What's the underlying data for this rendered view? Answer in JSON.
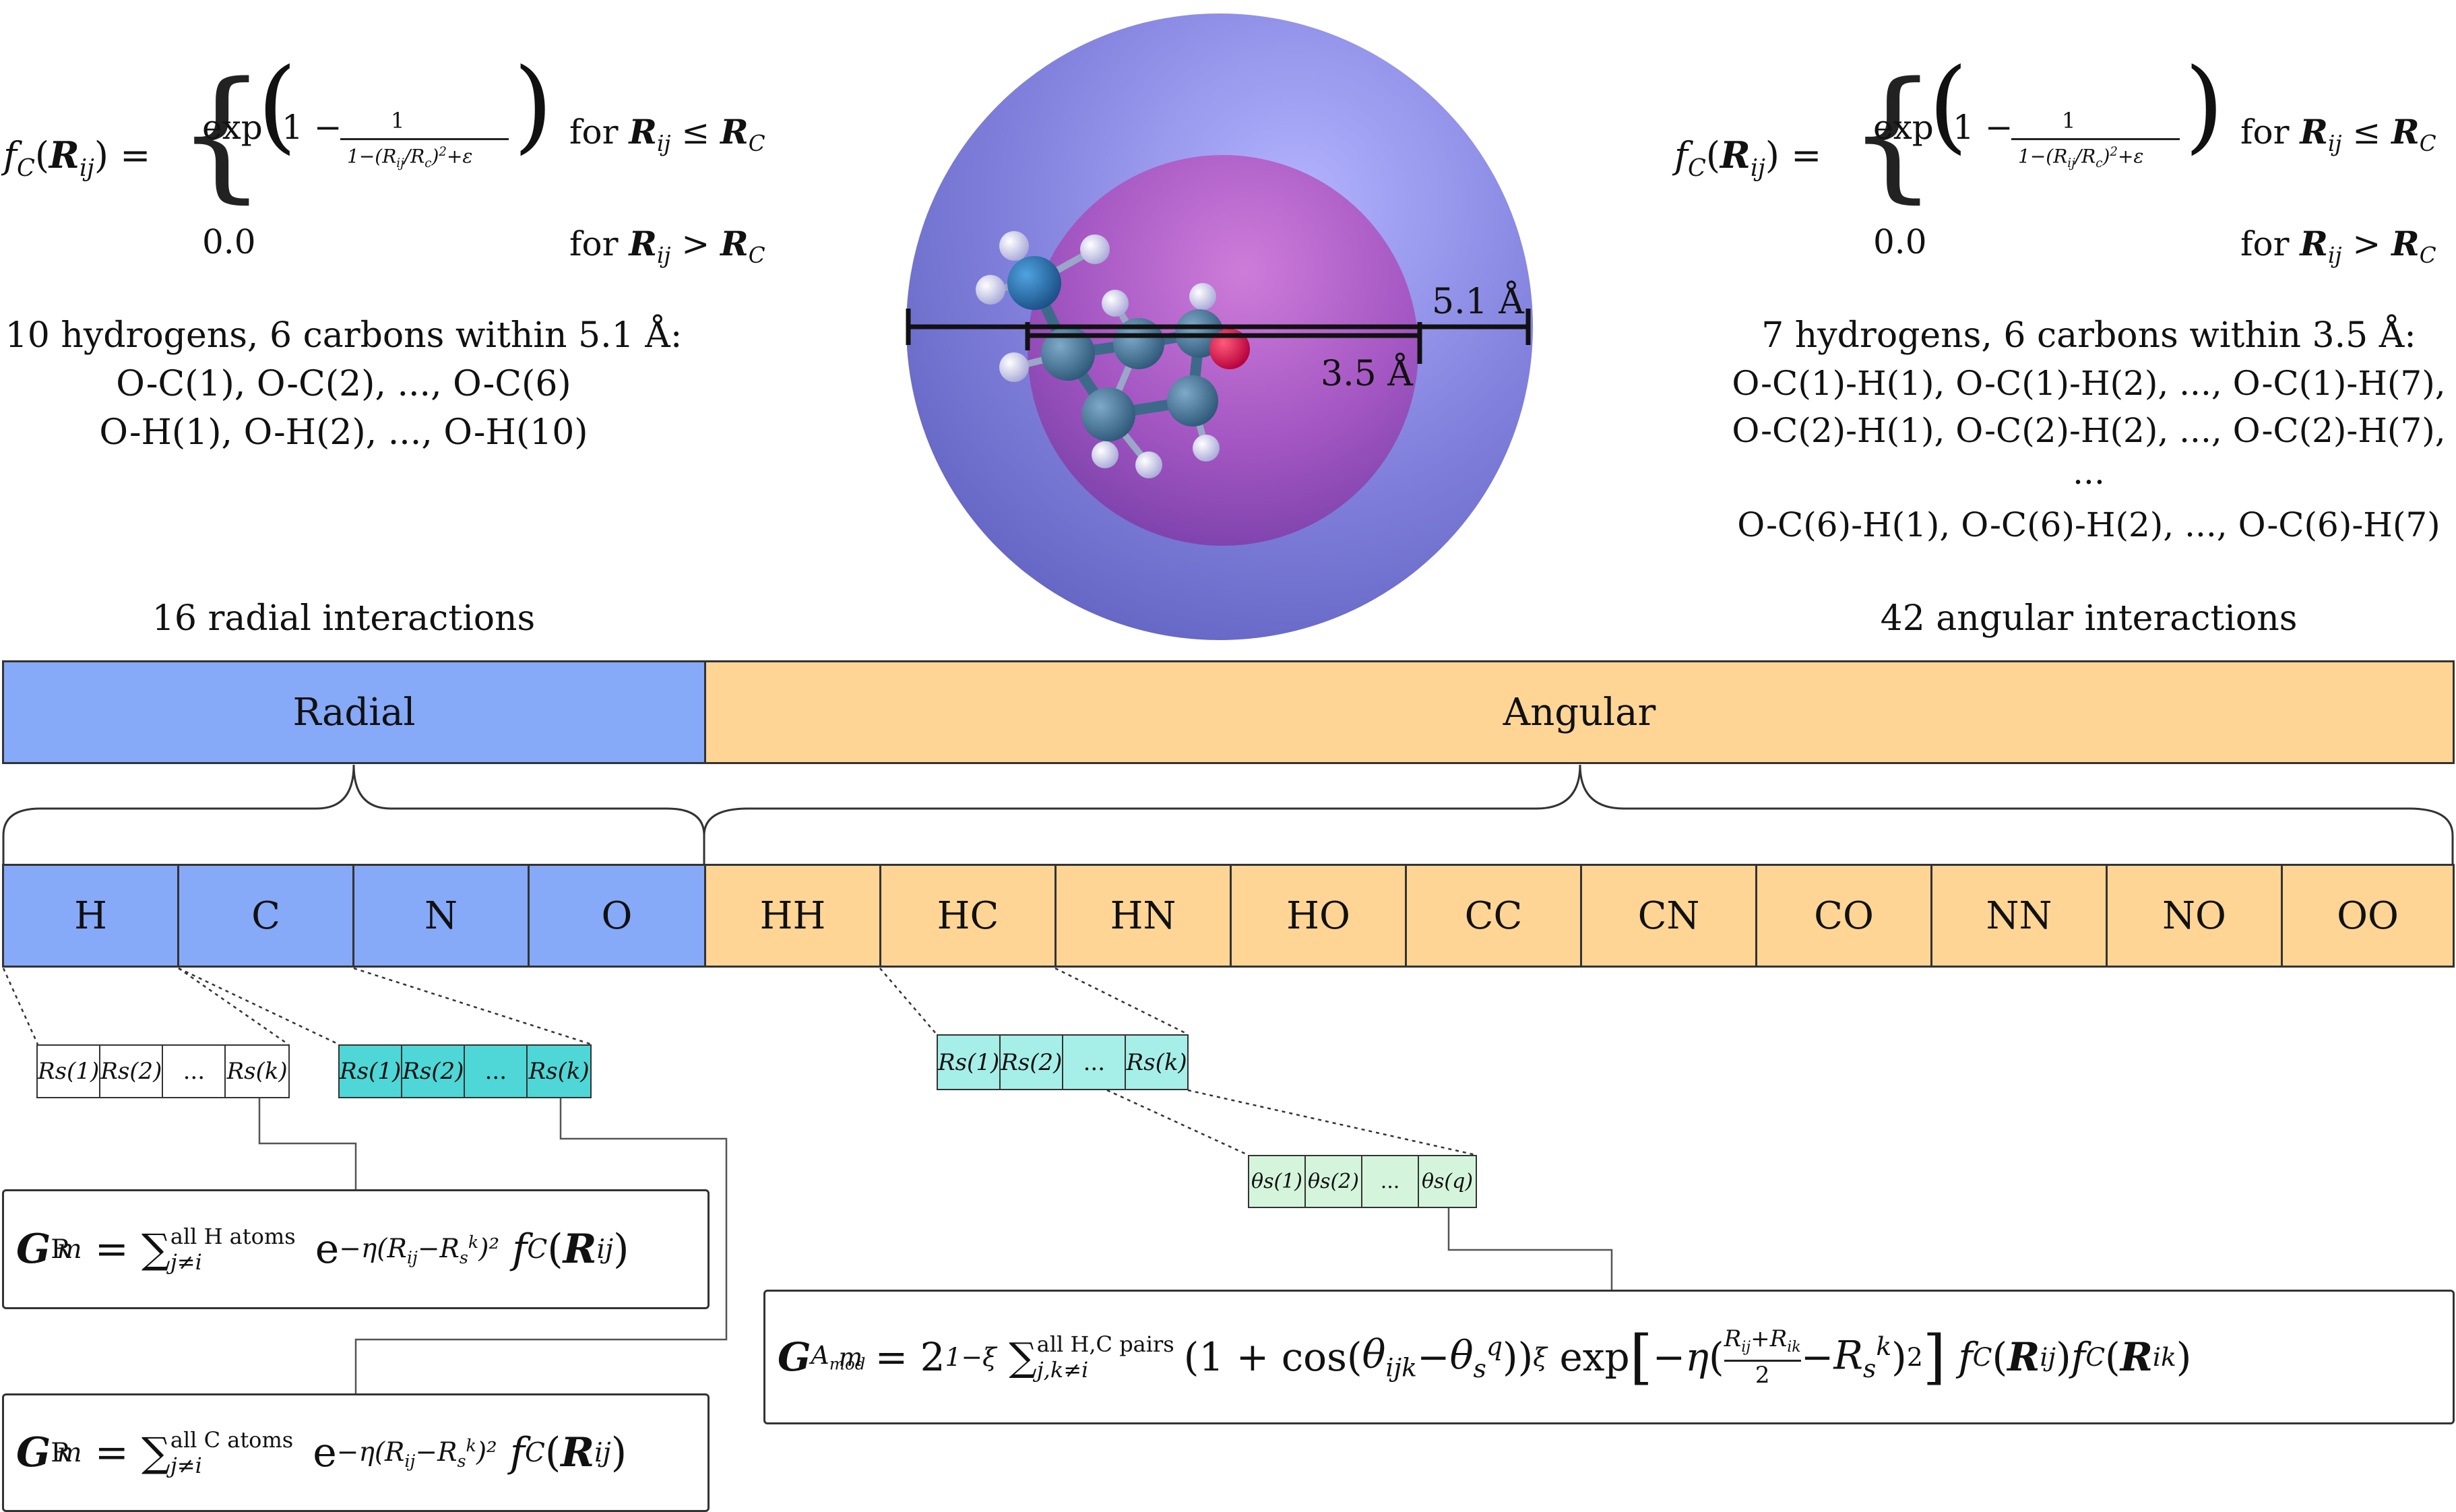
{
  "left_panel": {
    "cutoff_lhs": "f",
    "cutoff_case1_fn": "exp",
    "cutoff_case1_cond": "for R_ij ≤ R_C",
    "cutoff_case2_value": "0.0",
    "cutoff_case2_cond": "for R_ij > R_C",
    "summary": "10 hydrogens, 6 carbons within 5.1 Å:",
    "pairs_line1": "O-C(1), O-C(2), ..., O-C(6)",
    "pairs_line2": "O-H(1), O-H(2), ..., O-H(10)",
    "count_label": "16 radial interactions"
  },
  "right_panel": {
    "summary": "7 hydrogens, 6 carbons within 3.5 Å:",
    "triplets_line1": "O-C(1)-H(1), O-C(1)-H(2), ..., O-C(1)-H(7),",
    "triplets_line2": "O-C(2)-H(1), O-C(2)-H(2), ..., O-C(2)-H(7),",
    "triplets_ellipsis": "...",
    "triplets_line4": "O-C(6)-H(1), O-C(6)-H(2), ..., O-C(6)-H(7)",
    "count_label": "42 angular interactions"
  },
  "molecule": {
    "outer_radius_label": "5.1 Å",
    "inner_radius_label": "3.5 Å",
    "outer_color": "#8e8ee8",
    "inner_color": "#b060c4"
  },
  "sections": {
    "radial_label": "Radial",
    "angular_label": "Angular",
    "radial_color": "#86a9f8",
    "angular_color": "#fed595"
  },
  "radial_cells": [
    "H",
    "C",
    "N",
    "O"
  ],
  "angular_cells": [
    "HH",
    "HC",
    "HN",
    "HO",
    "CC",
    "CN",
    "CO",
    "NN",
    "NO",
    "OO"
  ],
  "rs_vector": [
    "Rs(1)",
    "Rs(2)",
    "...",
    "Rs(k)"
  ],
  "theta_vector": [
    "θs(1)",
    "θs(2)",
    "...",
    "θs(q)"
  ],
  "formulas": {
    "radial_H_sum_label": "all H atoms",
    "radial_C_sum_label": "all C atoms",
    "angular_sum_label": "all H,C pairs"
  }
}
